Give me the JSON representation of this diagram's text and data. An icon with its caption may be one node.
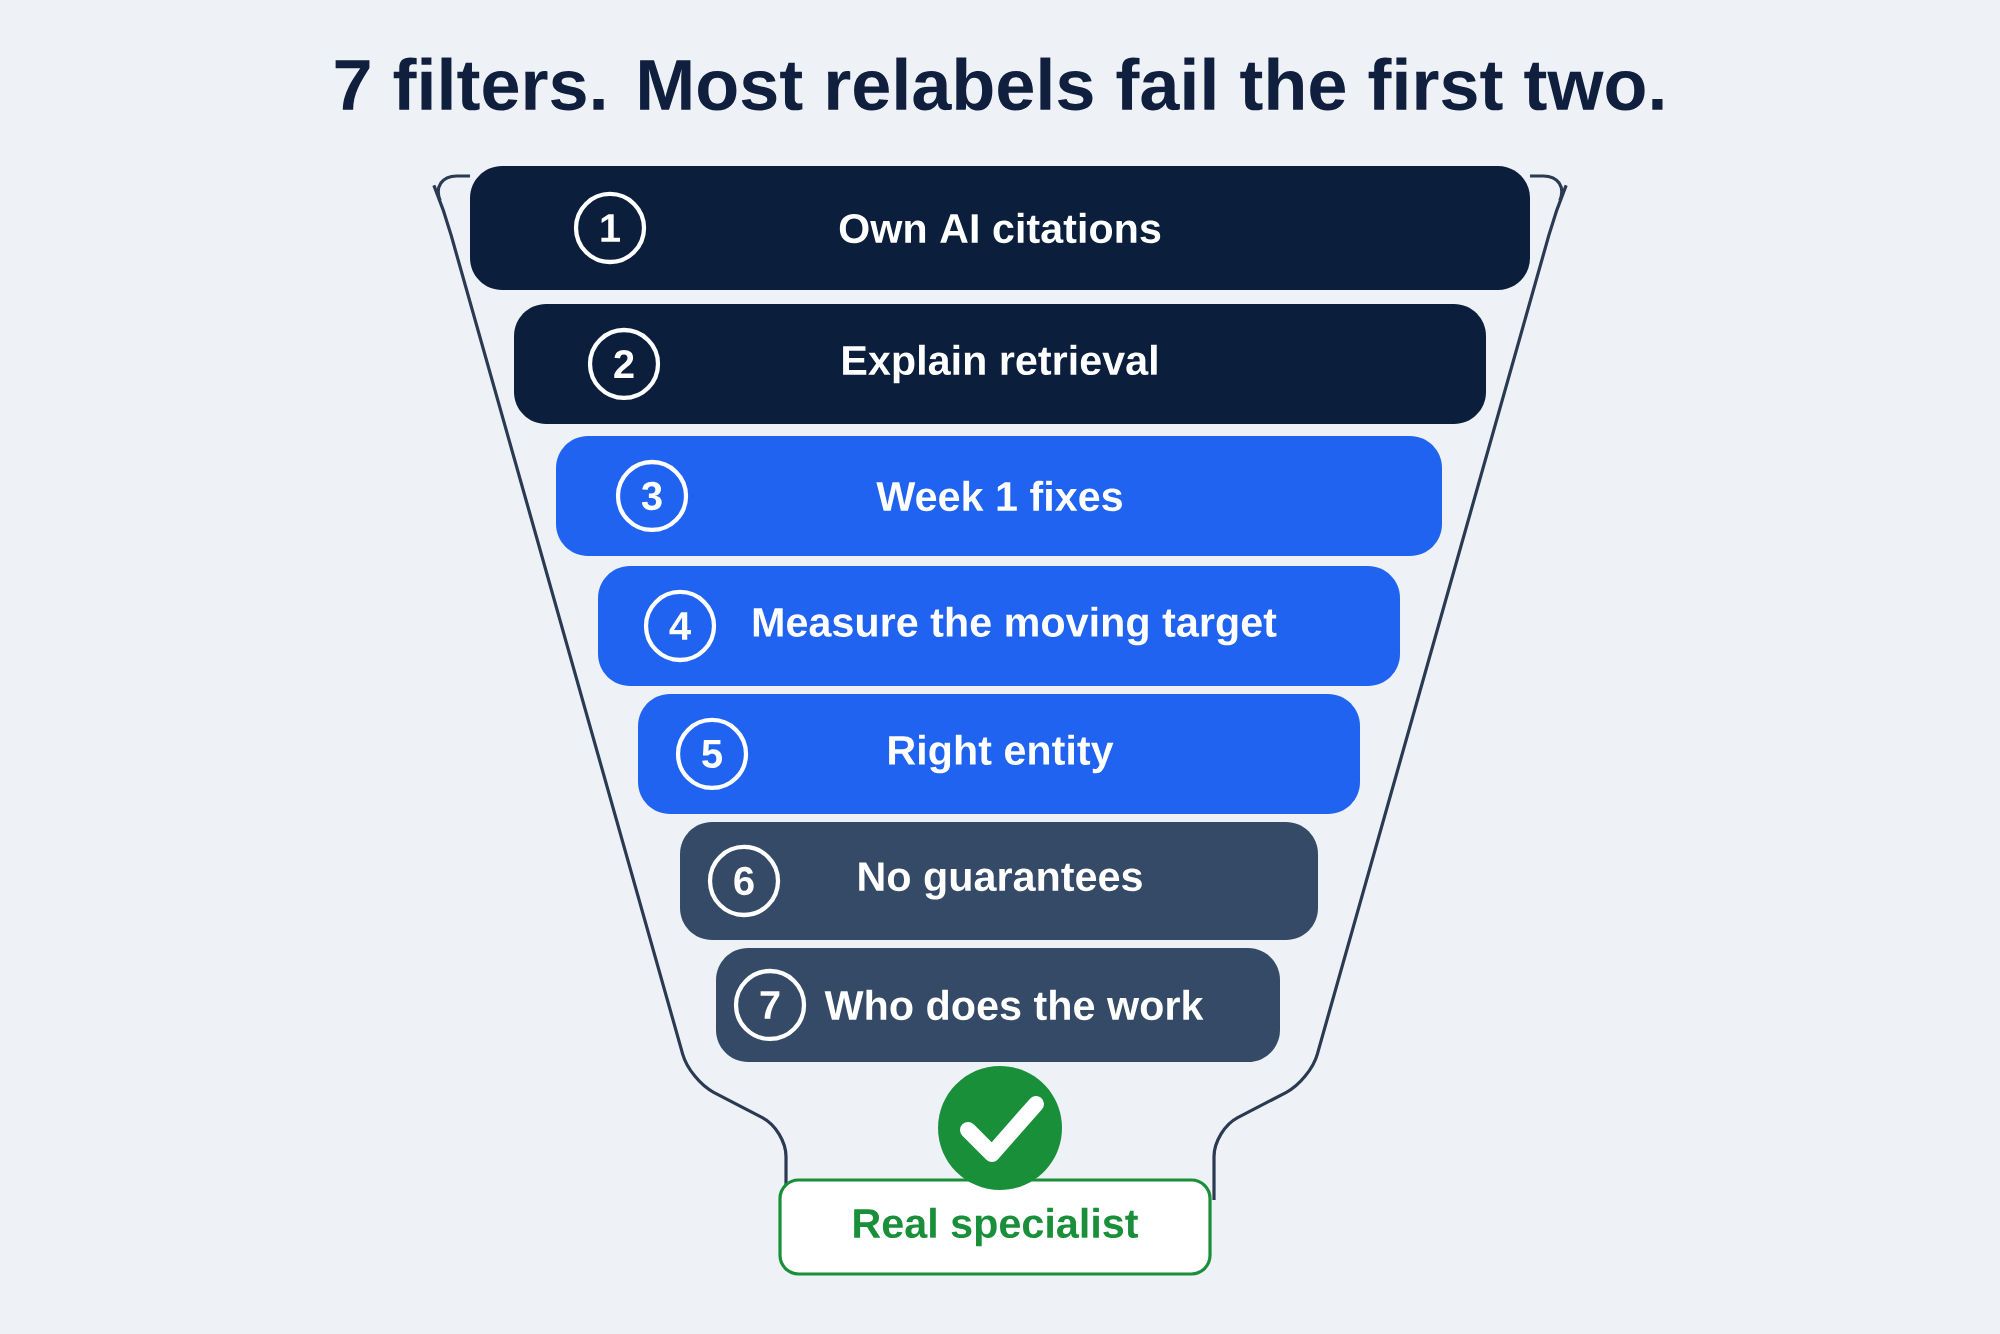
{
  "diagram": {
    "title": "7 filters. Most relabels fail the first two.",
    "nodes": [
      {
        "text": [
          "1",
          "Own AI citations"
        ]
      },
      {
        "text": [
          "2",
          "Explain retrieval"
        ]
      },
      {
        "text": [
          "3",
          "Week 1 fixes"
        ]
      },
      {
        "text": [
          "4",
          "Measure the moving target"
        ]
      },
      {
        "text": [
          "5",
          "Right entity"
        ]
      },
      {
        "text": [
          "6",
          "No guarantees"
        ]
      },
      {
        "text": [
          "7",
          "Who does the work"
        ]
      },
      {
        "text": [
          "Real specialist"
        ]
      }
    ]
  }
}
